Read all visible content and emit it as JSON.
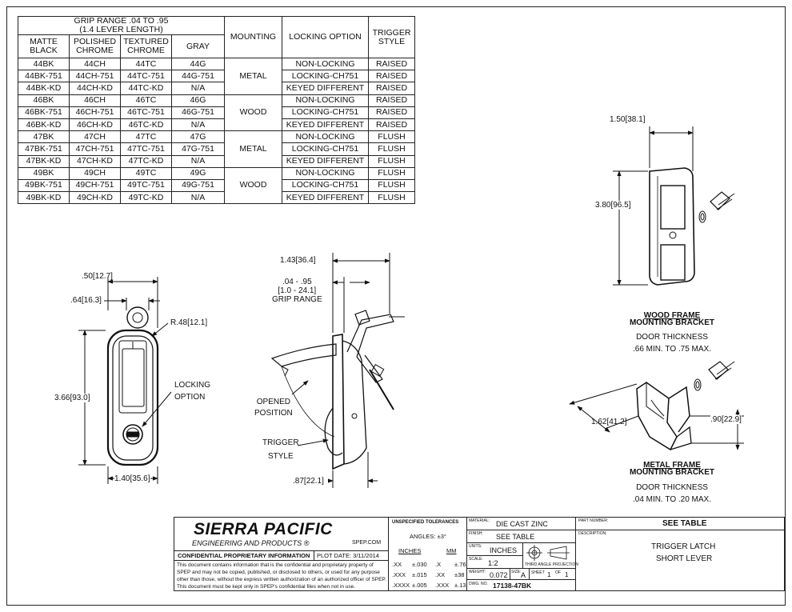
{
  "table": {
    "grip_header": "GRIP RANGE .04 TO .95",
    "grip_sub": "(1.4 LEVER LENGTH)",
    "columns": [
      "MATTE BLACK",
      "POLISHED CHROME",
      "TEXTURED CHROME",
      "GRAY",
      "MOUNTING",
      "LOCKING OPTION",
      "TRIGGER STYLE"
    ],
    "rows": [
      [
        "44BK",
        "44CH",
        "44TC",
        "44G",
        "NON-LOCKING",
        "RAISED"
      ],
      [
        "44BK-751",
        "44CH-751",
        "44TC-751",
        "44G-751",
        "LOCKING-CH751",
        "RAISED"
      ],
      [
        "44BK-KD",
        "44CH-KD",
        "44TC-KD",
        "N/A",
        "KEYED DIFFERENT",
        "RAISED"
      ],
      [
        "46BK",
        "46CH",
        "46TC",
        "46G",
        "NON-LOCKING",
        "RAISED"
      ],
      [
        "46BK-751",
        "46CH-751",
        "46TC-751",
        "46G-751",
        "LOCKING-CH751",
        "RAISED"
      ],
      [
        "46BK-KD",
        "46CH-KD",
        "46TC-KD",
        "N/A",
        "KEYED DIFFERENT",
        "RAISED"
      ],
      [
        "47BK",
        "47CH",
        "47TC",
        "47G",
        "NON-LOCKING",
        "FLUSH"
      ],
      [
        "47BK-751",
        "47CH-751",
        "47TC-751",
        "47G-751",
        "LOCKING-CH751",
        "FLUSH"
      ],
      [
        "47BK-KD",
        "47CH-KD",
        "47TC-KD",
        "N/A",
        "KEYED DIFFERENT",
        "FLUSH"
      ],
      [
        "49BK",
        "49CH",
        "49TC",
        "49G",
        "NON-LOCKING",
        "FLUSH"
      ],
      [
        "49BK-751",
        "49CH-751",
        "49TC-751",
        "49G-751",
        "LOCKING-CH751",
        "FLUSH"
      ],
      [
        "49BK-KD",
        "49CH-KD",
        "49TC-KD",
        "N/A",
        "KEYED  DIFFERENT",
        "FLUSH"
      ]
    ],
    "mountings": [
      "METAL",
      "WOOD",
      "METAL",
      "WOOD"
    ]
  },
  "front_view": {
    "dim_width_top": ".50",
    "dim_width_top_mm": "12.7",
    "dim_ring": ".64",
    "dim_ring_mm": "16.3",
    "dim_radius": "R.48",
    "dim_radius_mm": "12.1",
    "dim_height": "3.66",
    "dim_height_mm": "93.0",
    "dim_width": "1.40",
    "dim_width_mm": "35.6",
    "locking_line1": "LOCKING",
    "locking_line2": "OPTION"
  },
  "side_view": {
    "dim_depth": "1.43",
    "dim_depth_mm": "36.4",
    "grip_line1": ".04 - .95",
    "grip_line2": "[1.0 - 24.1]",
    "grip_line3": "GRIP RANGE",
    "opened_line1": "OPENED",
    "opened_line2": "POSITION",
    "trigger_line1": "TRIGGER",
    "trigger_line2": "STYLE",
    "dim_bottom": ".87",
    "dim_bottom_mm": "22.1"
  },
  "wood_bracket": {
    "dim_width": "1.50",
    "dim_width_mm": "38.1",
    "dim_height": "3.80",
    "dim_height_mm": "96.5",
    "title_line1": "WOOD FRAME",
    "title_line2": "MOUNTING BRACKET",
    "door_label": "DOOR THICKNESS",
    "door_range": ".66 MIN. TO .75 MAX."
  },
  "metal_bracket": {
    "dim_left": "1.62",
    "dim_left_mm": "41.2",
    "dim_right": ".90",
    "dim_right_mm": "22.9",
    "title_line1": "METAL FRAME",
    "title_line2": "MOUNTING BRACKET",
    "door_label": "DOOR THICKNESS",
    "door_range": ".04 MIN. TO .20 MAX."
  },
  "title_block": {
    "company": "SIERRA PACIFIC",
    "company_sub": "ENGINEERING AND PRODUCTS",
    "registered": "®",
    "website": "SPEP.COM",
    "confidential": "CONFIDENTIAL PROPRIETARY INFORMATION",
    "plot_date": "PLOT DATE:  3/11/2014",
    "notice": "This document contains information that is the confidential and proprietary property of SPEP and may not be copied, published, or disclosed to others, or used for any purpose other than those, without the express written authorization of an authorized officer of SPEP. This document must be kept only in SPEP's confidential files when not in use.",
    "tol_title": "UNSPECIFIED TOLERANCES",
    "angles": "ANGLES: ±3°",
    "inches_head": "INCHES",
    "mm_head": "MM",
    "tol_rows": [
      [
        ".XX",
        "±.030",
        ".X",
        "±.76"
      ],
      [
        ".XXX",
        "±.015",
        ".XX",
        "±38"
      ],
      [
        ".XXXX",
        "±.005",
        ".XXX",
        "±.13"
      ]
    ],
    "material_cap": "MATERIAL:",
    "material": "DIE CAST ZINC",
    "finish_cap": "FINISH:",
    "finish": "SEE TABLE",
    "units_cap": "UNITS:",
    "units": "INCHES",
    "projection": "THIRD ANGLE PROJECTION",
    "scale_cap": "SCALE:",
    "scale": "1:2",
    "weight_cap": "WEIGHT:",
    "weight": "0.072",
    "size_cap": "SIZE:",
    "size": "A",
    "sheet_cap": "SHEET",
    "sheet": "1",
    "of_cap": "OF",
    "of": "1",
    "dwg_cap": "DWG. NO.",
    "dwg": "17138-47BK",
    "part_cap": "PART NUMBER:",
    "part": "SEE TABLE",
    "desc_cap": "DESCRIPTION:",
    "desc_line1": "TRIGGER LATCH",
    "desc_line2": "SHORT LEVER"
  }
}
